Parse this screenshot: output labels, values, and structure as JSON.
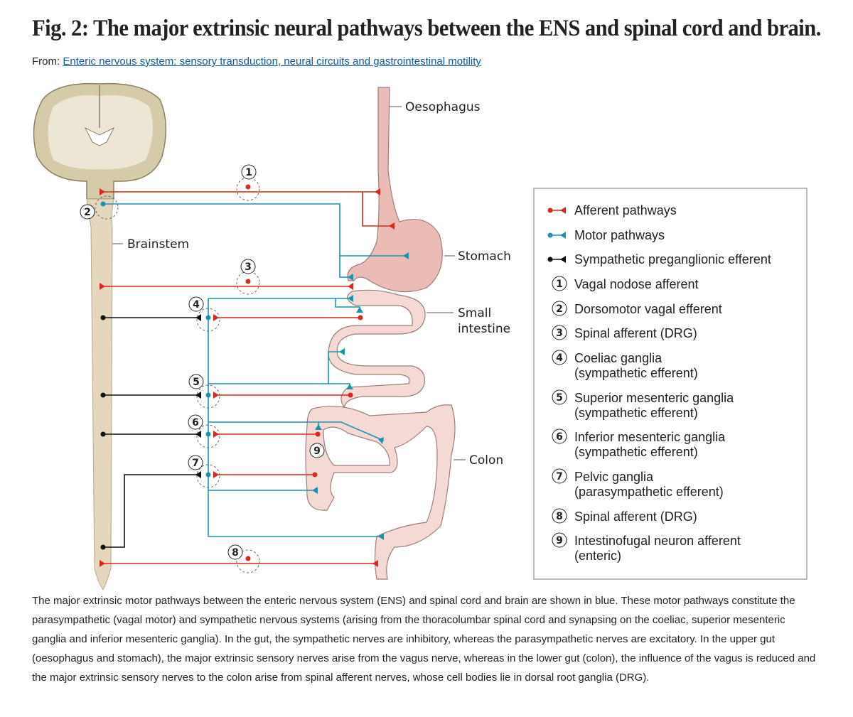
{
  "title": "Fig. 2: The major extrinsic neural pathways between the ENS and spinal cord and brain.",
  "from": {
    "prefix": "From:",
    "link": "Enteric nervous system: sensory transduction, neural circuits and gastrointestinal motility"
  },
  "figure": {
    "labels": {
      "oesophagus": "Oesophagus",
      "stomach": "Stomach",
      "small_intestine_1": "Small",
      "small_intestine_2": "intestine",
      "colon": "Colon",
      "brainstem": "Brainstem"
    },
    "markers": [
      "1",
      "2",
      "3",
      "4",
      "5",
      "6",
      "7",
      "8",
      "9"
    ],
    "colors": {
      "afferent": "#d7291f",
      "motor": "#1a94ad",
      "sympathetic": "#111111",
      "gut": "#f5d9d4",
      "cord": "#e4d7bd"
    },
    "legend": {
      "pathways": [
        {
          "label": "Afferent pathways",
          "color": "#d7291f"
        },
        {
          "label": "Motor pathways",
          "color": "#1a94ad"
        },
        {
          "label": "Sympathetic preganglionic efferent",
          "color": "#111111"
        }
      ],
      "numbered": [
        {
          "num": "1",
          "line1": "Vagal nodose afferent",
          "line2": ""
        },
        {
          "num": "2",
          "line1": "Dorsomotor vagal efferent",
          "line2": ""
        },
        {
          "num": "3",
          "line1": "Spinal afferent (DRG)",
          "line2": ""
        },
        {
          "num": "4",
          "line1": "Coeliac ganglia",
          "line2": "(sympathetic efferent)"
        },
        {
          "num": "5",
          "line1": "Superior mesenteric ganglia",
          "line2": "(sympathetic efferent)"
        },
        {
          "num": "6",
          "line1": "Inferior mesenteric ganglia",
          "line2": "(sympathetic efferent)"
        },
        {
          "num": "7",
          "line1": "Pelvic ganglia",
          "line2": "(parasympathetic efferent)"
        },
        {
          "num": "8",
          "line1": "Spinal afferent (DRG)",
          "line2": ""
        },
        {
          "num": "9",
          "line1": "Intestinofugal neuron afferent",
          "line2": "(enteric)"
        }
      ]
    }
  },
  "caption": "The major extrinsic motor pathways between the enteric nervous system (ENS) and spinal cord and brain are shown in blue. These motor pathways constitute the parasympathetic (vagal motor) and sympathetic nervous systems (arising from the thoracolumbar spinal cord and synapsing on the coeliac, superior mesenteric ganglia and inferior mesenteric ganglia). In the gut, the sympathetic nerves are inhibitory, whereas the parasympathetic nerves are excitatory. In the upper gut (oesophagus and stomach), the major extrinsic sensory nerves arise from the vagus nerve, whereas in the lower gut (colon), the influence of the vagus is reduced and the major extrinsic sensory nerves to the colon arise from spinal afferent nerves, whose cell bodies lie in dorsal root ganglia (DRG)."
}
